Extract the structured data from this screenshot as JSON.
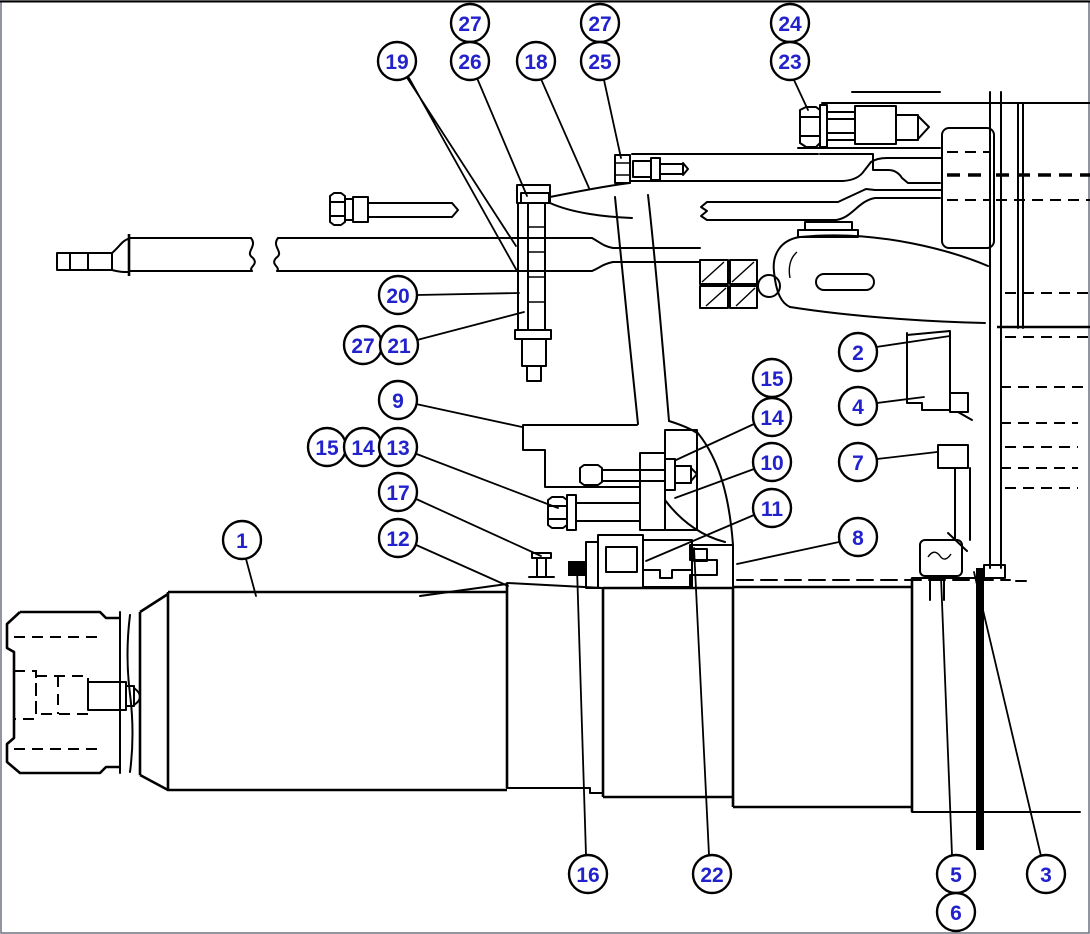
{
  "figure": {
    "kind": "exploded-parts-cross-section-diagram",
    "background": "#ffffff",
    "line_color": "#000000",
    "balloon_fill": "#ffffff",
    "balloon_stroke": "#000000",
    "balloon_text_color": "#2222cc"
  },
  "callouts": [
    {
      "label": "19"
    },
    {
      "label": "27"
    },
    {
      "label": "26"
    },
    {
      "label": "18"
    },
    {
      "label": "27"
    },
    {
      "label": "25"
    },
    {
      "label": "24"
    },
    {
      "label": "23"
    },
    {
      "label": "20"
    },
    {
      "label": "27"
    },
    {
      "label": "21"
    },
    {
      "label": "2"
    },
    {
      "label": "4"
    },
    {
      "label": "7"
    },
    {
      "label": "9"
    },
    {
      "label": "15"
    },
    {
      "label": "14"
    },
    {
      "label": "13"
    },
    {
      "label": "17"
    },
    {
      "label": "12"
    },
    {
      "label": "15"
    },
    {
      "label": "14"
    },
    {
      "label": "10"
    },
    {
      "label": "11"
    },
    {
      "label": "8"
    },
    {
      "label": "1"
    },
    {
      "label": "16"
    },
    {
      "label": "22"
    },
    {
      "label": "5"
    },
    {
      "label": "6"
    },
    {
      "label": "3"
    }
  ]
}
